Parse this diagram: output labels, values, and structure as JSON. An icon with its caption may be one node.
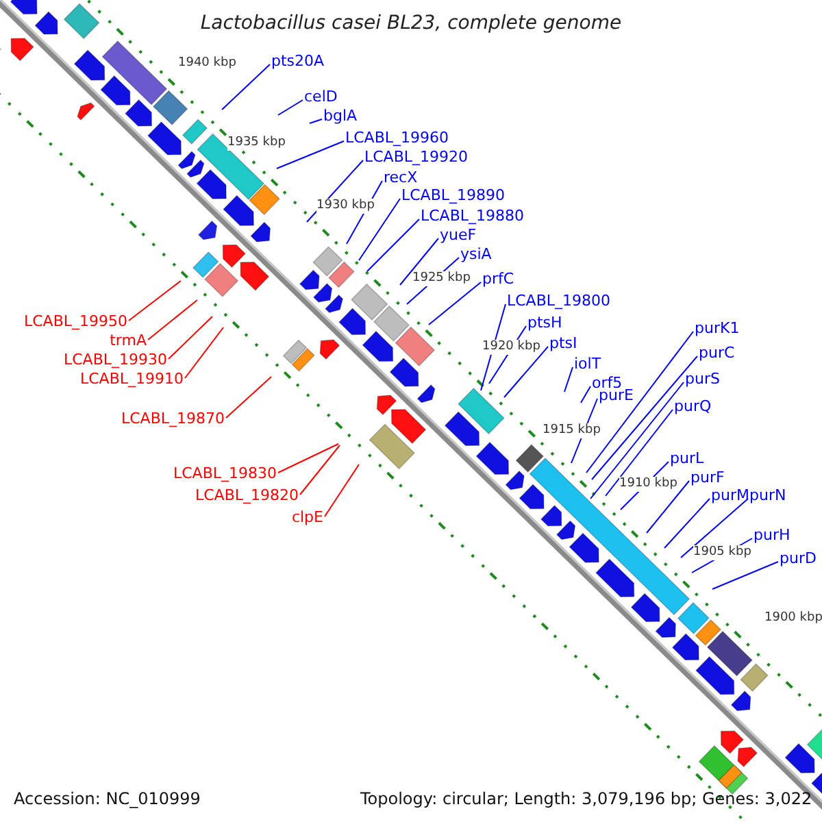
{
  "diagram": {
    "title": "Lactobacillus casei BL23, complete genome",
    "nodes": [
      {
        "text": [
          "pts20A"
        ]
      },
      {
        "text": [
          "celD"
        ]
      },
      {
        "text": [
          "bglA"
        ]
      },
      {
        "text": [
          "LCABL_19960"
        ]
      },
      {
        "text": [
          "LCABL_19920"
        ]
      },
      {
        "text": [
          "recX"
        ]
      },
      {
        "text": [
          "LCABL_19890"
        ]
      },
      {
        "text": [
          "LCABL_19880"
        ]
      },
      {
        "text": [
          "yueF"
        ]
      },
      {
        "text": [
          "ysiA"
        ]
      },
      {
        "text": [
          "prfC"
        ]
      },
      {
        "text": [
          "LCABL_19800"
        ]
      },
      {
        "text": [
          "ptsH"
        ]
      },
      {
        "text": [
          "ptsI"
        ]
      },
      {
        "text": [
          "iolT"
        ]
      },
      {
        "text": [
          "orf5"
        ]
      },
      {
        "text": [
          "purE"
        ]
      },
      {
        "text": [
          "purK1"
        ]
      },
      {
        "text": [
          "purC"
        ]
      },
      {
        "text": [
          "purS"
        ]
      },
      {
        "text": [
          "purQ"
        ]
      },
      {
        "text": [
          "purL"
        ]
      },
      {
        "text": [
          "purF"
        ]
      },
      {
        "text": [
          "purM"
        ]
      },
      {
        "text": [
          "purN"
        ]
      },
      {
        "text": [
          "purH"
        ]
      },
      {
        "text": [
          "purD"
        ]
      },
      {
        "text": [
          "LCABL_19950"
        ]
      },
      {
        "text": [
          "trmA"
        ]
      },
      {
        "text": [
          "LCABL_19930"
        ]
      },
      {
        "text": [
          "LCABL_19910"
        ]
      },
      {
        "text": [
          "LCABL_19870"
        ]
      },
      {
        "text": [
          "LCABL_19830"
        ]
      },
      {
        "text": [
          "LCABL_19820"
        ]
      },
      {
        "text": [
          "clpE"
        ]
      }
    ],
    "edges": [
      {
        "from": 0,
        "to": null,
        "arrow": "none"
      },
      {
        "from": 1,
        "to": null,
        "arrow": "none"
      },
      {
        "from": 2,
        "to": null,
        "arrow": "none"
      },
      {
        "from": 3,
        "to": null,
        "arrow": "none"
      },
      {
        "from": 4,
        "to": null,
        "arrow": "none"
      },
      {
        "from": 5,
        "to": null,
        "arrow": "none"
      },
      {
        "from": 6,
        "to": null,
        "arrow": "none"
      },
      {
        "from": 7,
        "to": null,
        "arrow": "none"
      },
      {
        "from": 8,
        "to": null,
        "arrow": "none"
      },
      {
        "from": 9,
        "to": null,
        "arrow": "none"
      },
      {
        "from": 10,
        "to": null,
        "arrow": "none"
      },
      {
        "from": 11,
        "to": null,
        "arrow": "none"
      },
      {
        "from": 12,
        "to": null,
        "arrow": "none"
      },
      {
        "from": 13,
        "to": null,
        "arrow": "none"
      },
      {
        "from": 14,
        "to": null,
        "arrow": "none"
      },
      {
        "from": 15,
        "to": null,
        "arrow": "none"
      },
      {
        "from": 16,
        "to": null,
        "arrow": "none"
      },
      {
        "from": 17,
        "to": null,
        "arrow": "none"
      },
      {
        "from": 18,
        "to": null,
        "arrow": "none"
      },
      {
        "from": 19,
        "to": null,
        "arrow": "none"
      },
      {
        "from": 20,
        "to": null,
        "arrow": "none"
      },
      {
        "from": 21,
        "to": null,
        "arrow": "none"
      },
      {
        "from": 22,
        "to": null,
        "arrow": "none"
      },
      {
        "from": 23,
        "to": null,
        "arrow": "none"
      },
      {
        "from": 24,
        "to": null,
        "arrow": "none"
      },
      {
        "from": 25,
        "to": null,
        "arrow": "none"
      },
      {
        "from": 26,
        "to": null,
        "arrow": "none"
      },
      {
        "from": 27,
        "to": null,
        "arrow": "none",
        "color": "#ff0000"
      },
      {
        "from": 28,
        "to": null,
        "arrow": "none",
        "color": "#ff0000"
      },
      {
        "from": 29,
        "to": null,
        "arrow": "none",
        "color": "#ff0000"
      },
      {
        "from": 30,
        "to": null,
        "arrow": "none",
        "color": "#ff0000"
      },
      {
        "from": 31,
        "to": null,
        "arrow": "none",
        "color": "#ff0000"
      },
      {
        "from": 32,
        "to": null,
        "arrow": "none",
        "color": "#ff0000"
      },
      {
        "from": 33,
        "to": null,
        "arrow": "none",
        "color": "#ff0000"
      },
      {
        "from": 34,
        "to": null,
        "arrow": "none",
        "color": "#ff0000"
      }
    ],
    "labels": [
      "1940 kbp",
      "1935 kbp",
      "1930 kbp",
      "1925 kbp",
      "1920 kbp",
      "1915 kbp",
      "1910 kbp",
      "1905 kbp",
      "1900 kbp",
      "Accession: NC_010999",
      "Topology: circular; Length: 3,079,196 bp; Genes: 3,022"
    ]
  }
}
